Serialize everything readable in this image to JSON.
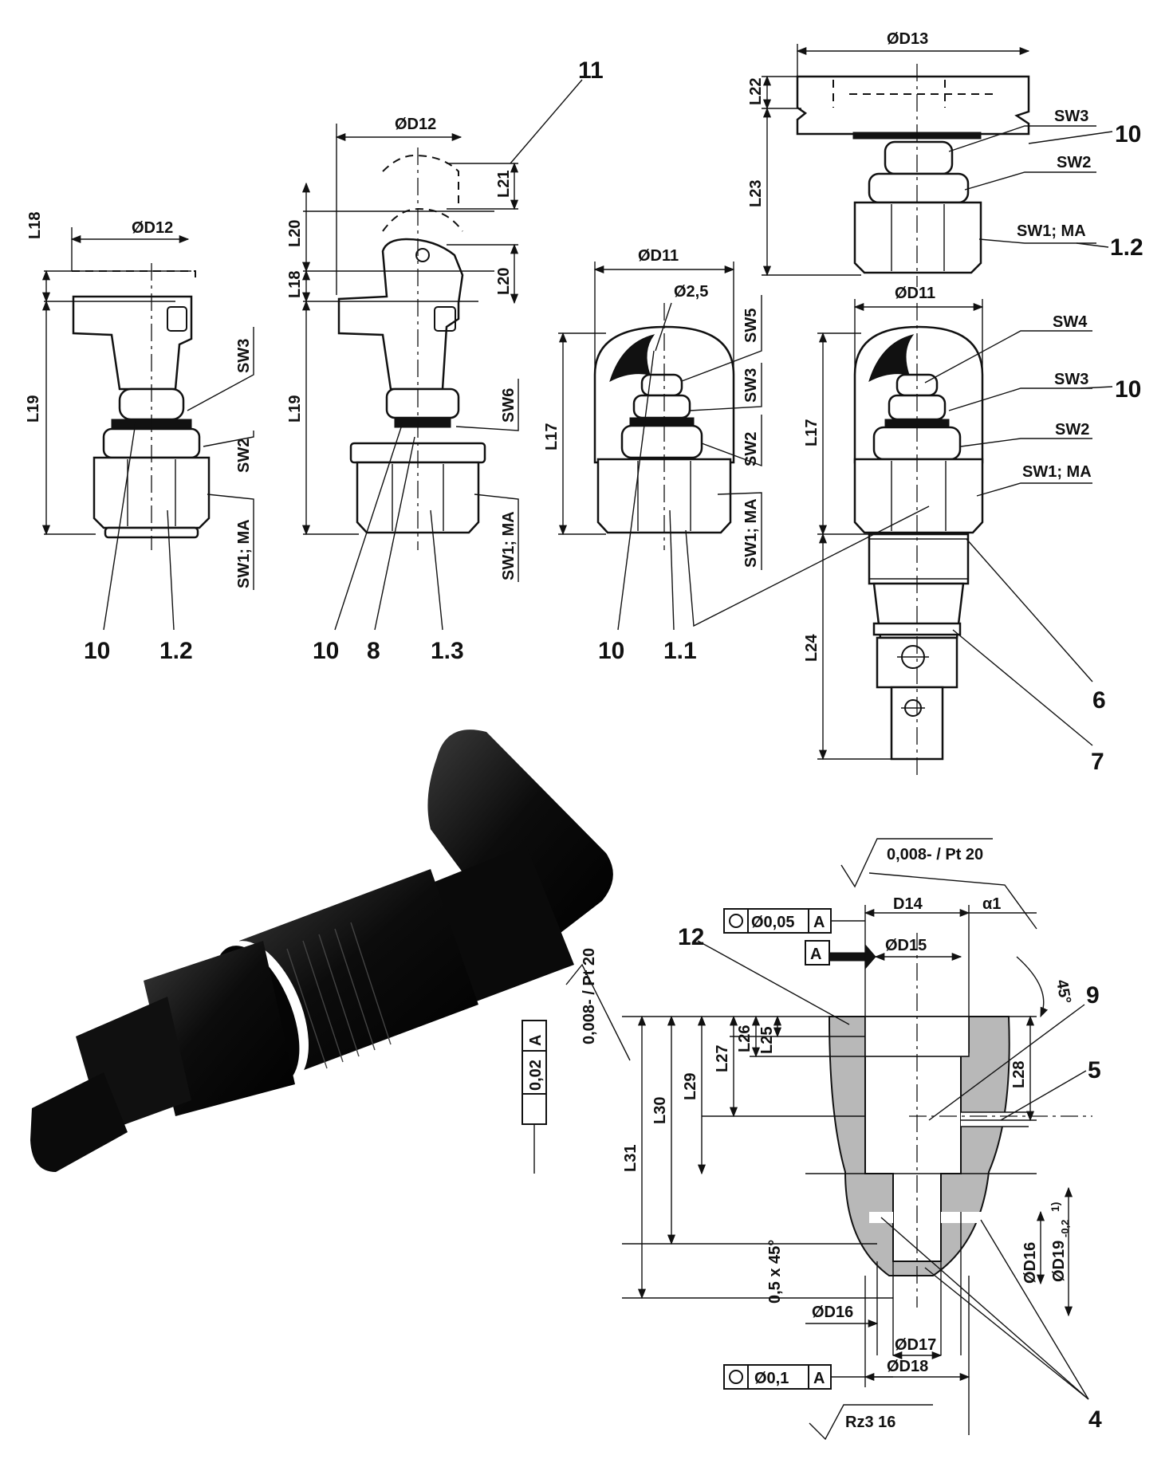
{
  "view1": {
    "dims": {
      "d12": "ØD12",
      "l18": "L18",
      "l19": "L19"
    },
    "labels": {
      "sw3": "SW3",
      "sw2": "SW2",
      "sw1": "SW1; MA"
    },
    "callouts": {
      "c10": "10",
      "c12": "1.2"
    }
  },
  "view2": {
    "dims": {
      "d12": "ØD12",
      "l20": "L20",
      "l18": "L18",
      "l19": "L19",
      "l21": "L21",
      "l20b": "L20"
    },
    "labels": {
      "sw6": "SW6",
      "sw1": "SW1; MA"
    },
    "callouts": {
      "c11": "11",
      "c10": "10",
      "c8": "8",
      "c13": "1.3"
    }
  },
  "view3": {
    "dims": {
      "d11": "ØD11",
      "d25": "Ø2,5",
      "l17": "L17"
    },
    "labels": {
      "sw5": "SW5",
      "sw3": "SW3",
      "sw2": "SW2",
      "sw1": "SW1; MA"
    },
    "callouts": {
      "c10": "10",
      "c11": "1.1"
    }
  },
  "view4": {
    "dims": {
      "d13": "ØD13",
      "l22": "L22",
      "l23": "L23"
    },
    "labels": {
      "sw3": "SW3",
      "sw2": "SW2",
      "sw1": "SW1; MA"
    },
    "callouts": {
      "c10": "10",
      "c12": "1.2"
    }
  },
  "view5": {
    "dims": {
      "d11": "ØD11",
      "l17": "L17",
      "l24": "L24"
    },
    "labels": {
      "sw4": "SW4",
      "sw3": "SW3",
      "sw2": "SW2",
      "sw1": "SW1; MA"
    },
    "callouts": {
      "c10": "10",
      "c6": "6",
      "c7": "7"
    }
  },
  "section": {
    "surface_top": "0,008- / Pt  20",
    "surface_left": "0,008- / Pt 20",
    "surface_bottom": "Rz3  16",
    "tol_concentric1": "Ø0,05",
    "tol_concentric2": "Ø0,1",
    "tol_flatness": "0,02",
    "datum": "A",
    "dims": {
      "d14": "D14",
      "a1": "α1",
      "d15": "ØD15",
      "d16a": "ØD16",
      "d16b": "ØD16",
      "d17": "ØD17",
      "d18": "ØD18",
      "d19": "ØD19",
      "d19tol": "-0,2",
      "d19sup": "1)",
      "angle": "45°",
      "chamfer": "0,5 x 45°",
      "l25": "L25",
      "l26": "L26",
      "l27": "L27",
      "l28": "L28",
      "l29": "L29",
      "l30": "L30",
      "l31": "L31"
    },
    "callouts": {
      "c12": "12",
      "c9": "9",
      "c5": "5",
      "c4": "4"
    }
  },
  "photo": {
    "caption": ""
  }
}
